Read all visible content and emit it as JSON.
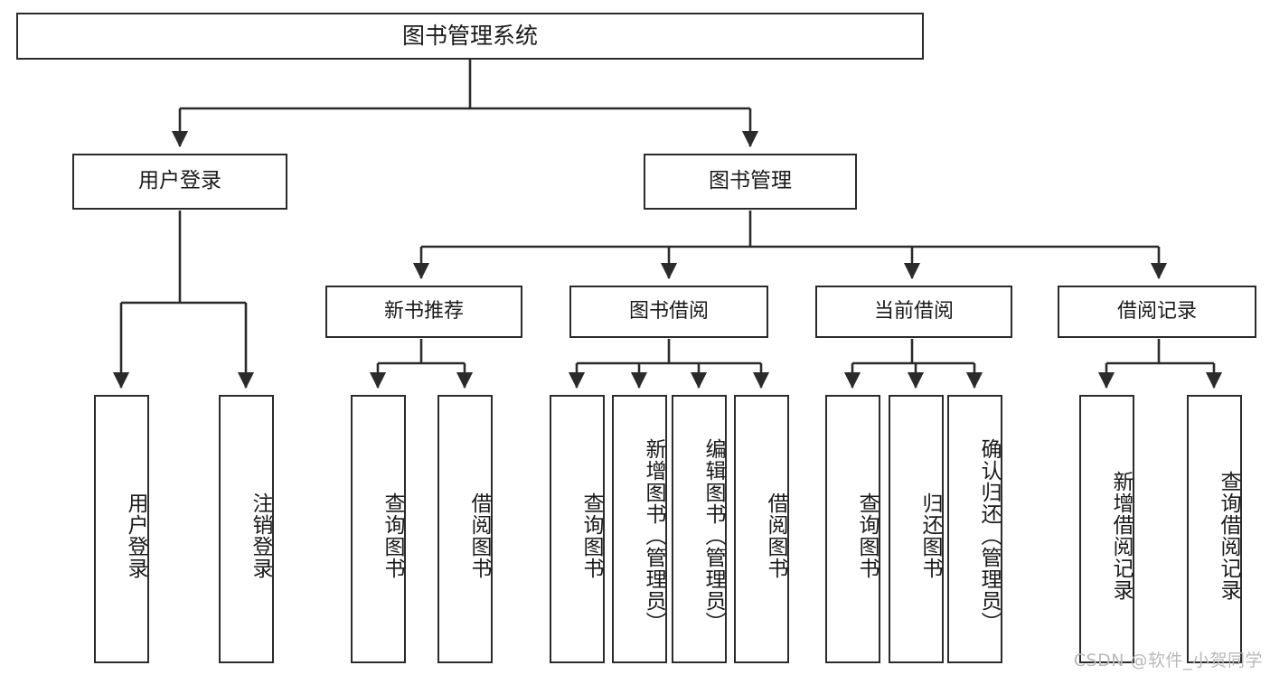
{
  "diagram": {
    "title": "图书管理系统",
    "type": "tree-hierarchy",
    "root": {
      "label": "图书管理系统"
    },
    "level1": [
      {
        "label": "用户登录"
      },
      {
        "label": "图书管理"
      }
    ],
    "level2": [
      {
        "label": "新书推荐"
      },
      {
        "label": "图书借阅"
      },
      {
        "label": "当前借阅"
      },
      {
        "label": "借阅记录"
      }
    ],
    "leaves": {
      "user_login": [
        {
          "label": "用户登录"
        },
        {
          "label": "注销登录"
        }
      ],
      "new_book_recommend": [
        {
          "label": "查询图书"
        },
        {
          "label": "借阅图书"
        }
      ],
      "book_borrow": [
        {
          "label": "查询图书"
        },
        {
          "label": "新增图书（管理员）"
        },
        {
          "label": "编辑图书（管理员）"
        },
        {
          "label": "借阅图书"
        }
      ],
      "current_borrow": [
        {
          "label": "查询图书"
        },
        {
          "label": "归还图书"
        },
        {
          "label": "确认归还（管理员）"
        }
      ],
      "borrow_records": [
        {
          "label": "新增借阅记录"
        },
        {
          "label": "查询借阅记录"
        }
      ]
    }
  },
  "watermark": {
    "text": "CSDN @软件_小贺同学"
  },
  "colors": {
    "stroke": "#2b2b2b",
    "box_fill": "#ffffff",
    "text": "#1a1a1a",
    "watermark": "#b9b9b9"
  }
}
